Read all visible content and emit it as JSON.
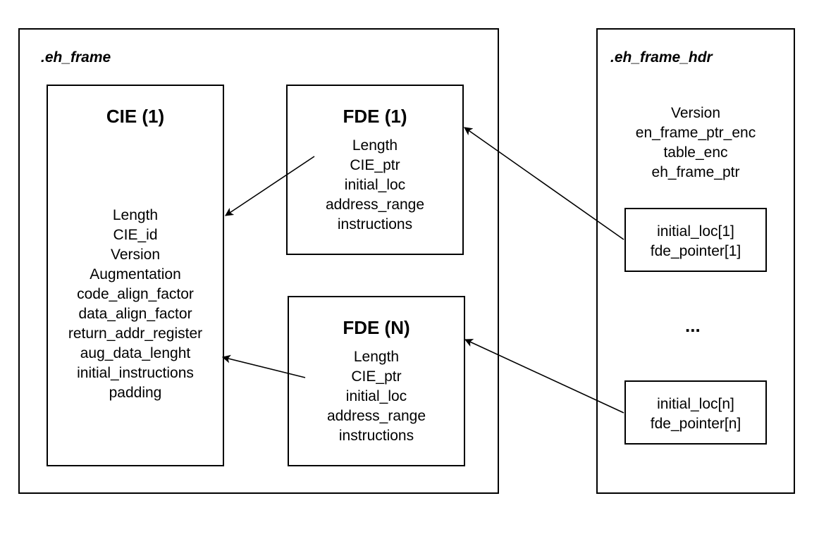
{
  "eh_frame": {
    "title": ".eh_frame",
    "cie": {
      "title": "CIE (1)",
      "fields": [
        "Length",
        "CIE_id",
        "Version",
        "Augmentation",
        "code_align_factor",
        "data_align_factor",
        "return_addr_register",
        "aug_data_lenght",
        "initial_instructions",
        "padding"
      ]
    },
    "fde1": {
      "title": "FDE (1)",
      "fields": [
        "Length",
        "CIE_ptr",
        "initial_loc",
        "address_range",
        "instructions"
      ]
    },
    "fden": {
      "title": "FDE (N)",
      "fields": [
        "Length",
        "CIE_ptr",
        "initial_loc",
        "address_range",
        "instructions"
      ]
    }
  },
  "eh_frame_hdr": {
    "title": ".eh_frame_hdr",
    "header_fields": [
      "Version",
      "en_frame_ptr_enc",
      "table_enc",
      "eh_frame_ptr"
    ],
    "entry1": [
      "initial_loc[1]",
      "fde_pointer[1]"
    ],
    "ellipsis": "...",
    "entryn": [
      "initial_loc[n]",
      "fde_pointer[n]"
    ]
  }
}
